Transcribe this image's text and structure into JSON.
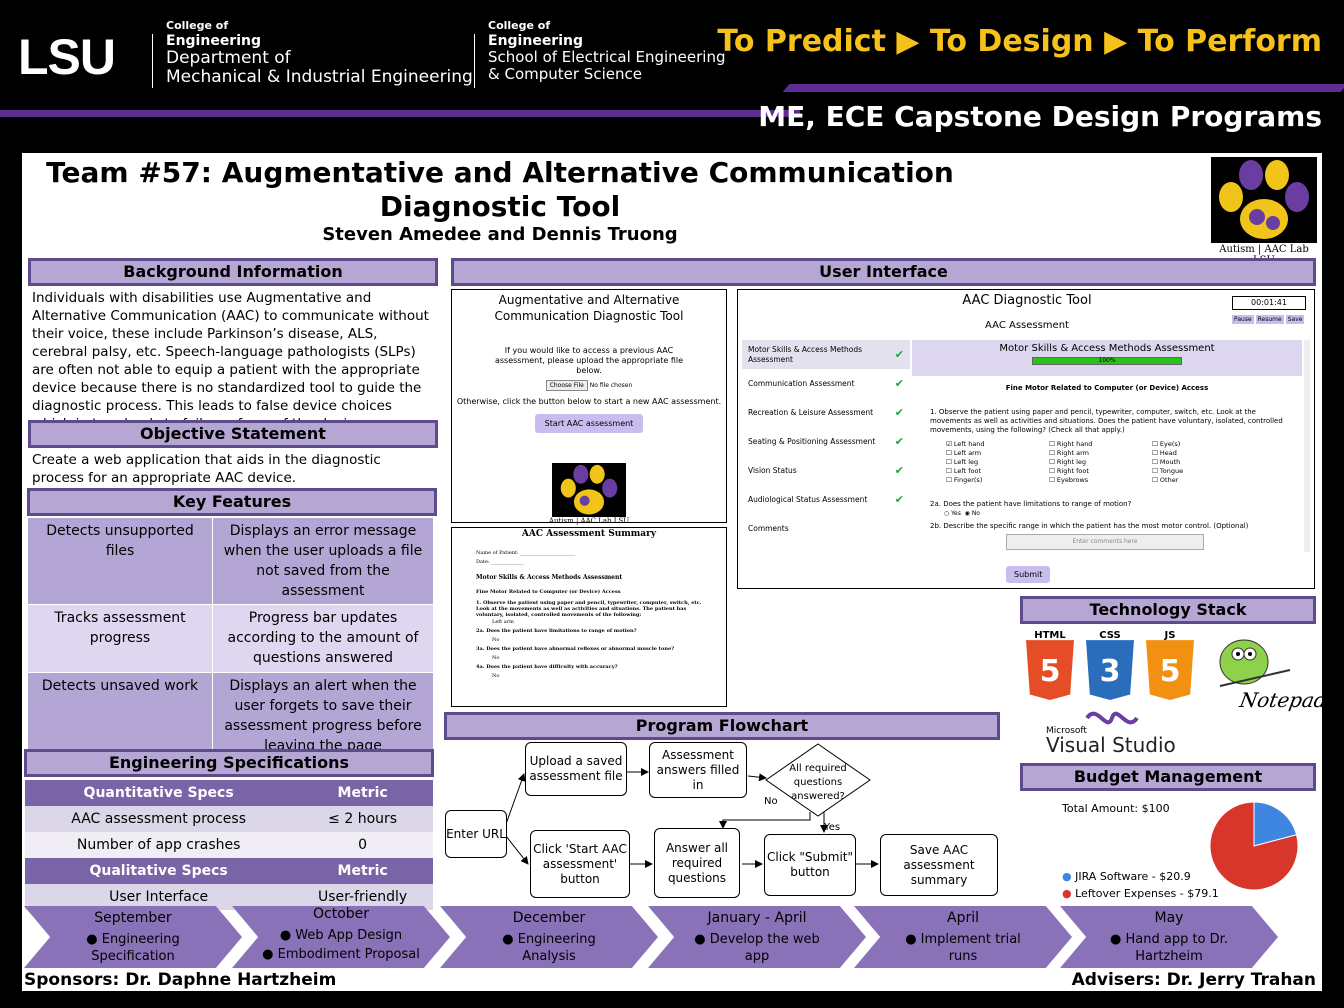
{
  "header": {
    "logo": "LSU",
    "dept1": {
      "college": "College of",
      "eng": "Engineering",
      "l1": "Department of",
      "l2": "Mechanical & Industrial Engineering"
    },
    "dept2": {
      "college": "College of",
      "eng": "Engineering",
      "l1": "School of Electrical Engineering",
      "l2": "& Computer Science"
    },
    "tagline": "To Predict ▶ To Design ▶ To Perform",
    "programs": "ME, ECE Capstone Design Programs"
  },
  "poster": {
    "title": "Team #57: Augmentative and Alternative Communication Diagnostic Tool",
    "authors": "Steven Amedee and Dennis Truong",
    "logo_caption": "Autism | AAC Lab LSU"
  },
  "background": {
    "heading": "Background Information",
    "text": "Individuals with disabilities use Augmentative and Alternative Communication (AAC) to communicate without their voice, these include Parkinson’s disease, ALS, cerebral palsy, etc. Speech-language pathologists (SLPs) are often not able to equip a patient with the appropriate device because there is no standardized tool to guide the diagnostic process. This leads to false device choices which in turn leads to failure of use of the device."
  },
  "objective": {
    "heading": "Objective Statement",
    "text": "Create a web application that aids in the diagnostic process for an appropriate AAC device."
  },
  "key_features": {
    "heading": "Key Features",
    "rows": [
      [
        "Detects unsupported files",
        "Displays an error message when the user uploads a file not saved from the assessment"
      ],
      [
        "Tracks assessment progress",
        "Progress bar updates according to the amount of questions answered"
      ],
      [
        "Detects unsaved work",
        "Displays an alert when the user forgets to save their assessment progress before leaving the page"
      ]
    ]
  },
  "eng_specs": {
    "heading": "Engineering Specifications",
    "quant_h": [
      "Quantitative Specs",
      "Metric"
    ],
    "quant": [
      [
        "AAC assessment process",
        "≤ 2 hours"
      ],
      [
        "Number of app crashes",
        "0"
      ]
    ],
    "qual_h": [
      "Qualitative Specs",
      "Metric"
    ],
    "qual": [
      [
        "User Interface",
        "User-friendly"
      ]
    ]
  },
  "ui": {
    "heading": "User Interface",
    "home": {
      "title": "Augmentative and Alternative Communication Diagnostic Tool",
      "p1": "If you would like to access a previous AAC assessment, please upload the appropriate file below.",
      "file_btn": "Choose File",
      "file_none": "No file chosen",
      "p2": "Otherwise, click the button below to start a new AAC assessment.",
      "start": "Start AAC assessment",
      "caption": "Autism | AAC Lab LSU"
    },
    "summary": {
      "title": "AAC Assessment Summary",
      "name": "Name of Patient: ______________________",
      "date": "Date: _____________",
      "sec": "Motor Skills & Access Methods Assessment",
      "sub": "Fine Motor Related to Computer (or Device) Access",
      "q1": "1. Observe the patient using paper and pencil, typewriter, computer, switch, etc. Look at the movements as well as activities and situations. The patient has voluntary, isolated, controlled movements of the following:",
      "a1": "Left arm",
      "q2": "2a. Does the patient have limitations to range of motion?",
      "a2": "No",
      "q3": "3a. Does the patient have abnormal reflexes or abnormal muscle tone?",
      "a3": "No",
      "q4": "4a. Does the patient have difficulty with accuracy?",
      "a4": "No"
    },
    "tool": {
      "title": "AAC Diagnostic Tool",
      "sub": "AAC Assessment",
      "timer": "00:01:41",
      "pause": "Pause",
      "resume": "Resume",
      "save": "Save",
      "menu": [
        "Motor Skills & Access Methods Assessment",
        "Communication Assessment",
        "Recreation & Leisure Assessment",
        "Seating & Positioning Assessment",
        "Vision Status",
        "Audiological Status Assessment",
        "Comments"
      ],
      "sec": "Motor Skills & Access Methods Assessment",
      "progress": "100%",
      "progress_value": 1.0,
      "sub2": "Fine Motor Related to Computer (or Device) Access",
      "q1": "1. Observe the patient using paper and pencil, typewriter, computer, switch, etc. Look at the movements as well as activities and situations. Does the patient have voluntary, isolated, controlled movements, using the following? (Check all that apply.)",
      "opts": [
        [
          "Left hand",
          "Right hand",
          "Eye(s)"
        ],
        [
          "Left arm",
          "Right arm",
          "Head"
        ],
        [
          "Left leg",
          "Right leg",
          "Mouth"
        ],
        [
          "Left foot",
          "Right foot",
          "Tongue"
        ],
        [
          "Finger(s)",
          "Eyebrows",
          "Other"
        ]
      ],
      "q2": "2a. Does the patient have limitations to range of motion?",
      "yes": "Yes",
      "no": "No",
      "q3": "2b. Describe the specific range in which the patient has the most motor control. (Optional)",
      "placeholder": "Enter comments here",
      "submit": "Submit"
    }
  },
  "tech": {
    "heading": "Technology Stack",
    "html": "HTML",
    "css": "CSS",
    "js": "JS",
    "npp": "Notepad++",
    "ms": "Microsoft",
    "vs": "Visual Studio"
  },
  "budget": {
    "heading": "Budget Management",
    "total": "Total Amount: $100",
    "legend": [
      {
        "label": "JIRA Software - $20.9",
        "color": "#3f86e0"
      },
      {
        "label": "Leftover Expenses - $79.1",
        "color": "#d9362b"
      }
    ]
  },
  "chart_data": {
    "type": "pie",
    "categories": [
      "JIRA Software",
      "Leftover Expenses"
    ],
    "values": [
      20.9,
      79.1
    ],
    "title": "Total Amount: $100"
  },
  "flow": {
    "heading": "Program Flowchart",
    "enter": "Enter URL",
    "upload": "Upload a saved assessment file",
    "filled": "Assessment answers filled in",
    "check": "All required questions answered?",
    "no": "No",
    "yes": "Yes",
    "start": "Click 'Start AAC assessment' button",
    "answer": "Answer all required questions",
    "submit": "Click \"Submit\" button",
    "save": "Save AAC assessment summary"
  },
  "timeline": [
    {
      "m": "September",
      "i": "● Engineering Specification"
    },
    {
      "m": "October",
      "i": "● Web App Design",
      "i2": "● Embodiment Proposal"
    },
    {
      "m": "December",
      "i": "● Engineering Analysis"
    },
    {
      "m": "January - April",
      "i": "● Develop the web app"
    },
    {
      "m": "April",
      "i": "● Implement trial runs"
    },
    {
      "m": "May",
      "i": "● Hand app to Dr. Hartzheim"
    }
  ],
  "footer": {
    "sponsors": "Sponsors: Dr. Daphne Hartzheim",
    "advisers": "Advisers: Dr. Jerry Trahan"
  }
}
